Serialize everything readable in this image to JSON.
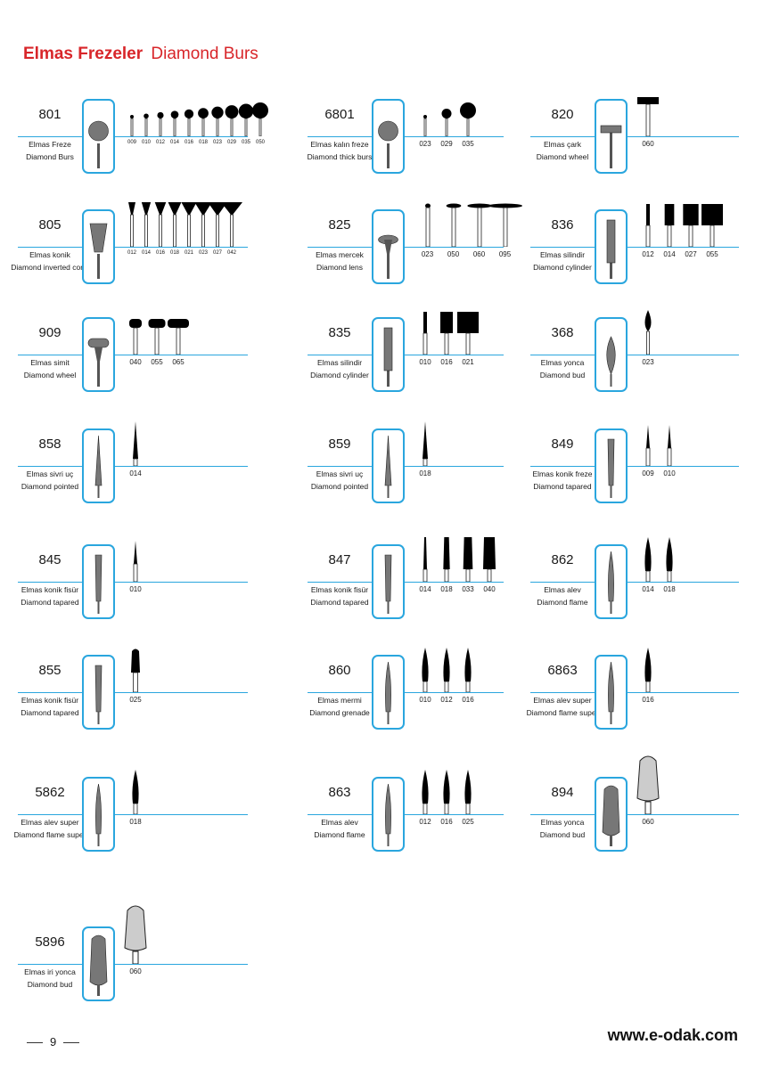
{
  "header": {
    "title_tr": "Elmas Frezeler",
    "title_en": "Diamond Burs"
  },
  "colors": {
    "accent_red": "#d8262a",
    "line_blue": "#2aa6de"
  },
  "entries": [
    {
      "code": "801",
      "tr": "Elmas Freze",
      "en": "Diamond Burs",
      "sizes": [
        "009",
        "010",
        "012",
        "014",
        "016",
        "018",
        "023",
        "029",
        "035",
        "050"
      ],
      "shape": "round"
    },
    {
      "code": "6801",
      "tr": "Elmas kalın freze",
      "en": "Diamond thick burs",
      "sizes": [
        "023",
        "029",
        "035"
      ],
      "shape": "round"
    },
    {
      "code": "820",
      "tr": "Elmas çark",
      "en": "Diamond wheel",
      "sizes": [
        "060"
      ],
      "shape": "wheel"
    },
    {
      "code": "805",
      "tr": "Elmas konik",
      "en": "Diamond inverted cone",
      "sizes": [
        "012",
        "014",
        "016",
        "018",
        "021",
        "023",
        "027",
        "042"
      ],
      "shape": "invcone"
    },
    {
      "code": "825",
      "tr": "Elmas mercek",
      "en": "Diamond lens",
      "sizes": [
        "023",
        "050",
        "060",
        "095"
      ],
      "shape": "lens"
    },
    {
      "code": "836",
      "tr": "Elmas silindir",
      "en": "Diamond cylinder",
      "sizes": [
        "012",
        "014",
        "027",
        "055"
      ],
      "shape": "cyl"
    },
    {
      "code": "909",
      "tr": "Elmas simit",
      "en": "Diamond wheel",
      "sizes": [
        "040",
        "055",
        "065"
      ],
      "shape": "simit"
    },
    {
      "code": "835",
      "tr": "Elmas silindir",
      "en": "Diamond cylinder",
      "sizes": [
        "010",
        "016",
        "021"
      ],
      "shape": "cyl"
    },
    {
      "code": "368",
      "tr": "Elmas yonca",
      "en": "Diamond bud",
      "sizes": [
        "023"
      ],
      "shape": "bud"
    },
    {
      "code": "858",
      "tr": "Elmas sivri uç",
      "en": "Diamond pointed",
      "sizes": [
        "014"
      ],
      "shape": "needle"
    },
    {
      "code": "859",
      "tr": "Elmas sivri uç",
      "en": "Diamond pointed",
      "sizes": [
        "018"
      ],
      "shape": "needle"
    },
    {
      "code": "849",
      "tr": "Elmas konik freze",
      "en": "Diamond tapared",
      "sizes": [
        "009",
        "010"
      ],
      "shape": "taper"
    },
    {
      "code": "845",
      "tr": "Elmas konik fisür",
      "en": "Diamond tapared",
      "sizes": [
        "010"
      ],
      "shape": "taper"
    },
    {
      "code": "847",
      "tr": "Elmas konik fisür",
      "en": "Diamond tapared",
      "sizes": [
        "014",
        "018",
        "033",
        "040"
      ],
      "shape": "taperflat"
    },
    {
      "code": "862",
      "tr": "Elmas alev",
      "en": "Diamond flame",
      "sizes": [
        "014",
        "018"
      ],
      "shape": "flame"
    },
    {
      "code": "855",
      "tr": "Elmas konik fisür",
      "en": "Diamond tapared",
      "sizes": [
        "025"
      ],
      "shape": "taperround"
    },
    {
      "code": "860",
      "tr": "Elmas mermi",
      "en": "Diamond grenade",
      "sizes": [
        "010",
        "012",
        "016"
      ],
      "shape": "flame"
    },
    {
      "code": "6863",
      "tr": "Elmas alev super",
      "en": "Diamond flame super",
      "sizes": [
        "016"
      ],
      "shape": "flame"
    },
    {
      "code": "5862",
      "tr": "Elmas alev super",
      "en": "Diamond flame super",
      "sizes": [
        "018"
      ],
      "shape": "flame"
    },
    {
      "code": "863",
      "tr": "Elmas alev",
      "en": "Diamond flame",
      "sizes": [
        "012",
        "016",
        "025"
      ],
      "shape": "flame"
    },
    {
      "code": "894",
      "tr": "Elmas yonca",
      "en": "Diamond bud",
      "sizes": [
        "060"
      ],
      "shape": "bigbud"
    },
    {
      "code": "5896",
      "tr": "Elmas iri yonca",
      "en": "Diamond bud",
      "sizes": [
        "060"
      ],
      "shape": "bigbud"
    }
  ],
  "footer": {
    "page_number": "9",
    "website": "www.e-odak.com"
  }
}
